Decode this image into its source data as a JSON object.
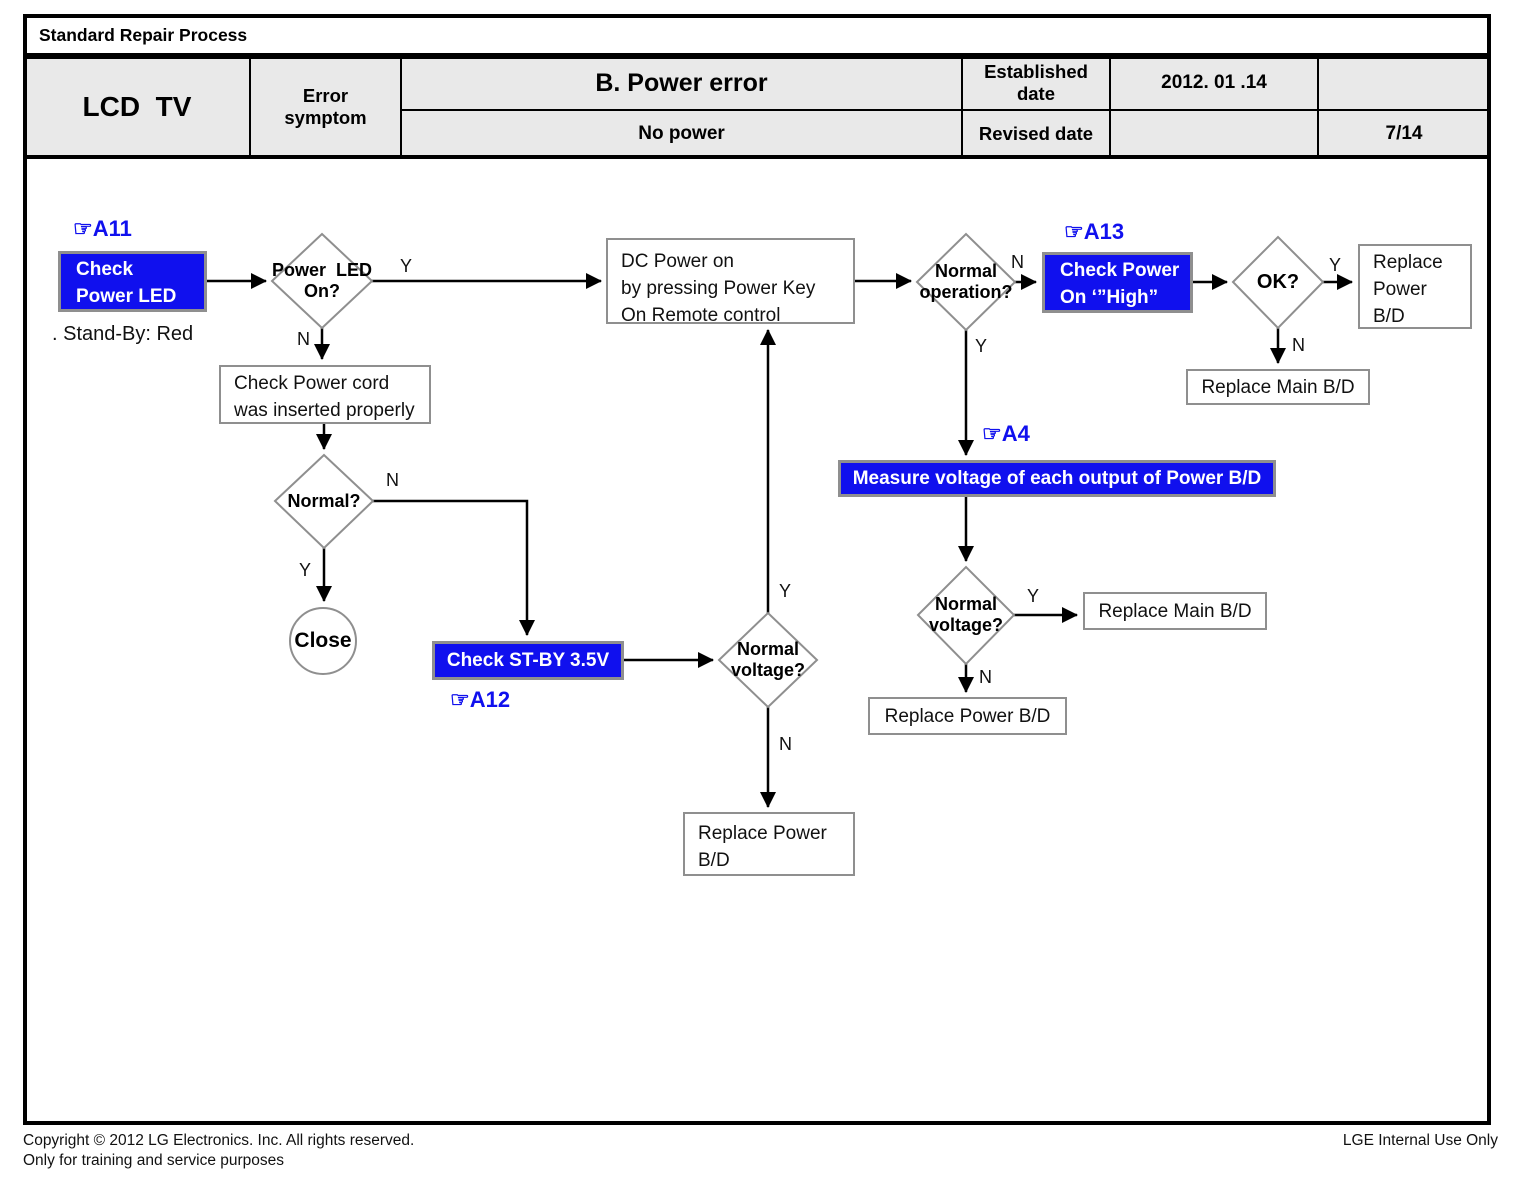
{
  "header": {
    "doc_title": "Standard Repair Process",
    "product": "LCD  TV",
    "error_symptom_label": "Error\nsymptom",
    "error_title": "B. Power error",
    "error_subtitle": "No power",
    "established_label": "Established\ndate",
    "established_value": "2012. 01 .14",
    "revised_label": "Revised date",
    "revised_value": "",
    "page_number": "7/14"
  },
  "flow": {
    "ref_a11": "☞A11",
    "ref_a12": "☞A12",
    "ref_a13": "☞A13",
    "ref_a4": "☞A4",
    "check_power_led": "Check\nPower LED",
    "standby_note": ". Stand-By: Red",
    "power_led_on": "Power  LED\nOn?",
    "check_power_cord": "Check Power cord\nwas inserted properly",
    "normal_q": "Normal?",
    "close": "Close",
    "check_stby": "Check ST-BY 3.5V",
    "dc_power": "DC Power on\nby pressing Power Key\nOn Remote control",
    "normal_voltage": "Normal\nvoltage?",
    "replace_power_bd_2line": "Replace Power\nB/D",
    "normal_operation": "Normal\noperation?",
    "check_power_on_high": "Check Power\nOn ‘”High”",
    "ok_q": "OK?",
    "replace_power_bd_3line": "Replace\nPower\nB/D",
    "replace_main_bd": "Replace Main B/D",
    "measure_voltage": "Measure voltage of each output of Power B/D",
    "replace_main_bd_2": "Replace Main B/D",
    "replace_power_bd_1line": "Replace Power B/D",
    "label_y": "Y",
    "label_n": "N"
  },
  "footer": {
    "copyright_line1": "Copyright © 2012 LG Electronics. Inc. All rights reserved.",
    "copyright_line2": "Only for training and service purposes",
    "right_note": "LGE Internal Use Only"
  },
  "colors": {
    "accent_blue": "#1010ee"
  }
}
